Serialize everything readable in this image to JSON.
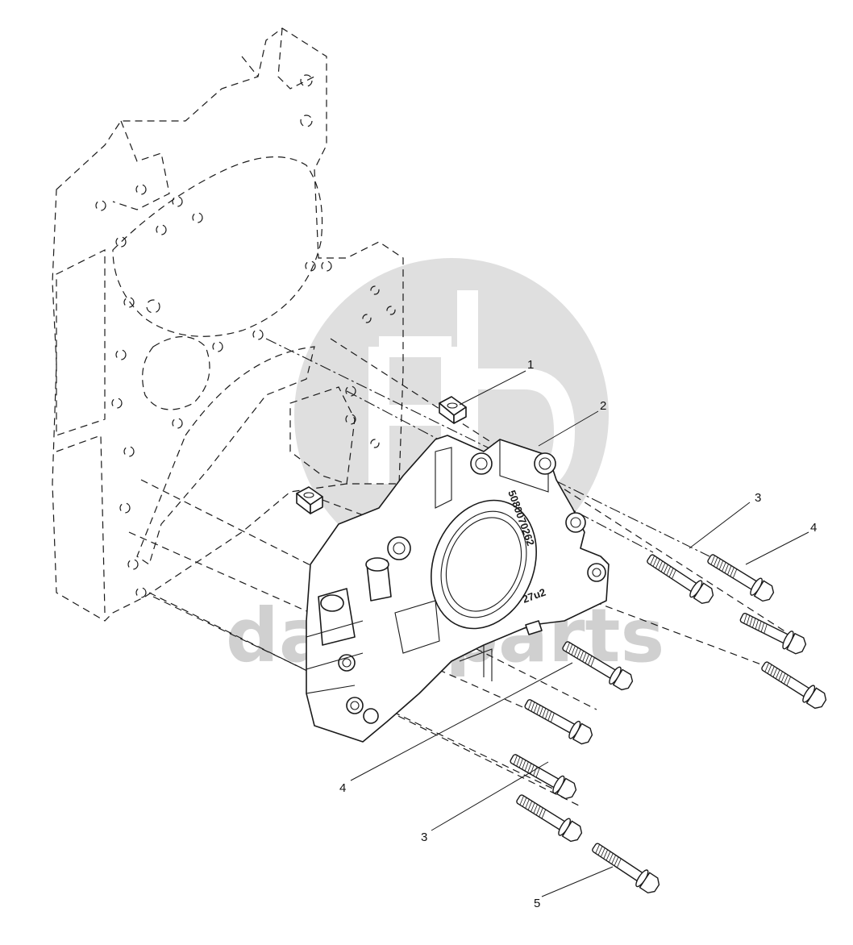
{
  "watermark": {
    "text": "data-parts",
    "color": "#d0d0d0"
  },
  "stamps": {
    "serial": "5080070262",
    "mark": "27u2"
  },
  "callouts": [
    {
      "id": "1",
      "label": "1"
    },
    {
      "id": "2",
      "label": "2"
    },
    {
      "id": "3a",
      "label": "3"
    },
    {
      "id": "4a",
      "label": "4"
    },
    {
      "id": "4b",
      "label": "4"
    },
    {
      "id": "3b",
      "label": "3"
    },
    {
      "id": "5",
      "label": "5"
    }
  ]
}
